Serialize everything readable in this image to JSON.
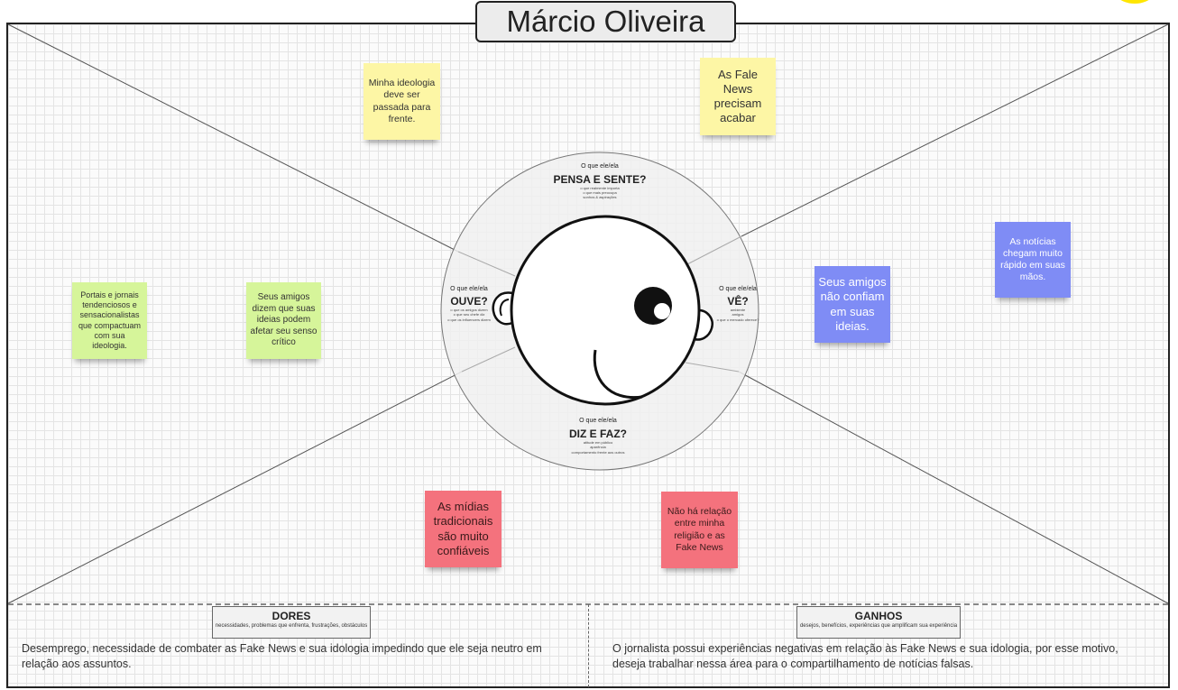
{
  "title": "Márcio Oliveira",
  "empathy_map": {
    "think_feel": {
      "prefix": "O que ele/ela",
      "label": "PENSA E SENTE?",
      "hints": [
        "o que realmente importa",
        "o que mais preocupa",
        "sonhos & aspirações"
      ]
    },
    "hear": {
      "prefix": "O que ele/ela",
      "label": "OUVE?",
      "hints": [
        "o que os amigos dizem",
        "o que seu chefe diz",
        "o que os influencers dizem"
      ]
    },
    "see": {
      "prefix": "O que ele/ela",
      "label": "VÊ?",
      "hints": [
        "ambiente",
        "amigos",
        "o que o mercado oferece?"
      ]
    },
    "say_do": {
      "prefix": "O que ele/ela",
      "label": "DIZ E FAZ?",
      "hints": [
        "atitude em público",
        "aparência",
        "comportamento frente aos outros"
      ]
    }
  },
  "notes": {
    "think_1": "Minha ideologia deve ser passada para frente.",
    "think_2": "As Fale News precisam acabar",
    "hear_1": "Portais e jornais tendenciosos e sensacionalistas que compactuam com sua ideologia.",
    "hear_2": "Seus amigos dizem que suas ideias podem afetar seu senso crítico",
    "see_1": "Seus amigos não confiam em suas ideias.",
    "see_2": "As notícias chegam muito rápido em suas mãos.",
    "say_1": "As mídias tradicionais são muito confiáveis",
    "say_2": "Não há relação entre minha religião e as Fake News"
  },
  "pains": {
    "title": "DORES",
    "subtitle": "necessidades, problemas que enfrenta, frustrações, obstáculos",
    "text": "Desemprego, necessidade de combater as Fake News e sua idologia impedindo que ele seja neutro em relação aos assuntos."
  },
  "gains": {
    "title": "GANHOS",
    "subtitle": "desejos, benefícios, experiências que amplificam sua experiência",
    "text": "O jornalista possui experiências negativas em relação às Fake News e sua idologia, por esse motivo, deseja trabalhar nessa área para o compartilhamento de notícias falsas."
  },
  "colors": {
    "yellow_note": "#fdf6a5",
    "green_note": "#d6f59a",
    "blue_note": "#7f8cf5",
    "red_note": "#f4727d",
    "accent": "#ffe600"
  },
  "icons": {
    "head": "face-profile-icon"
  }
}
